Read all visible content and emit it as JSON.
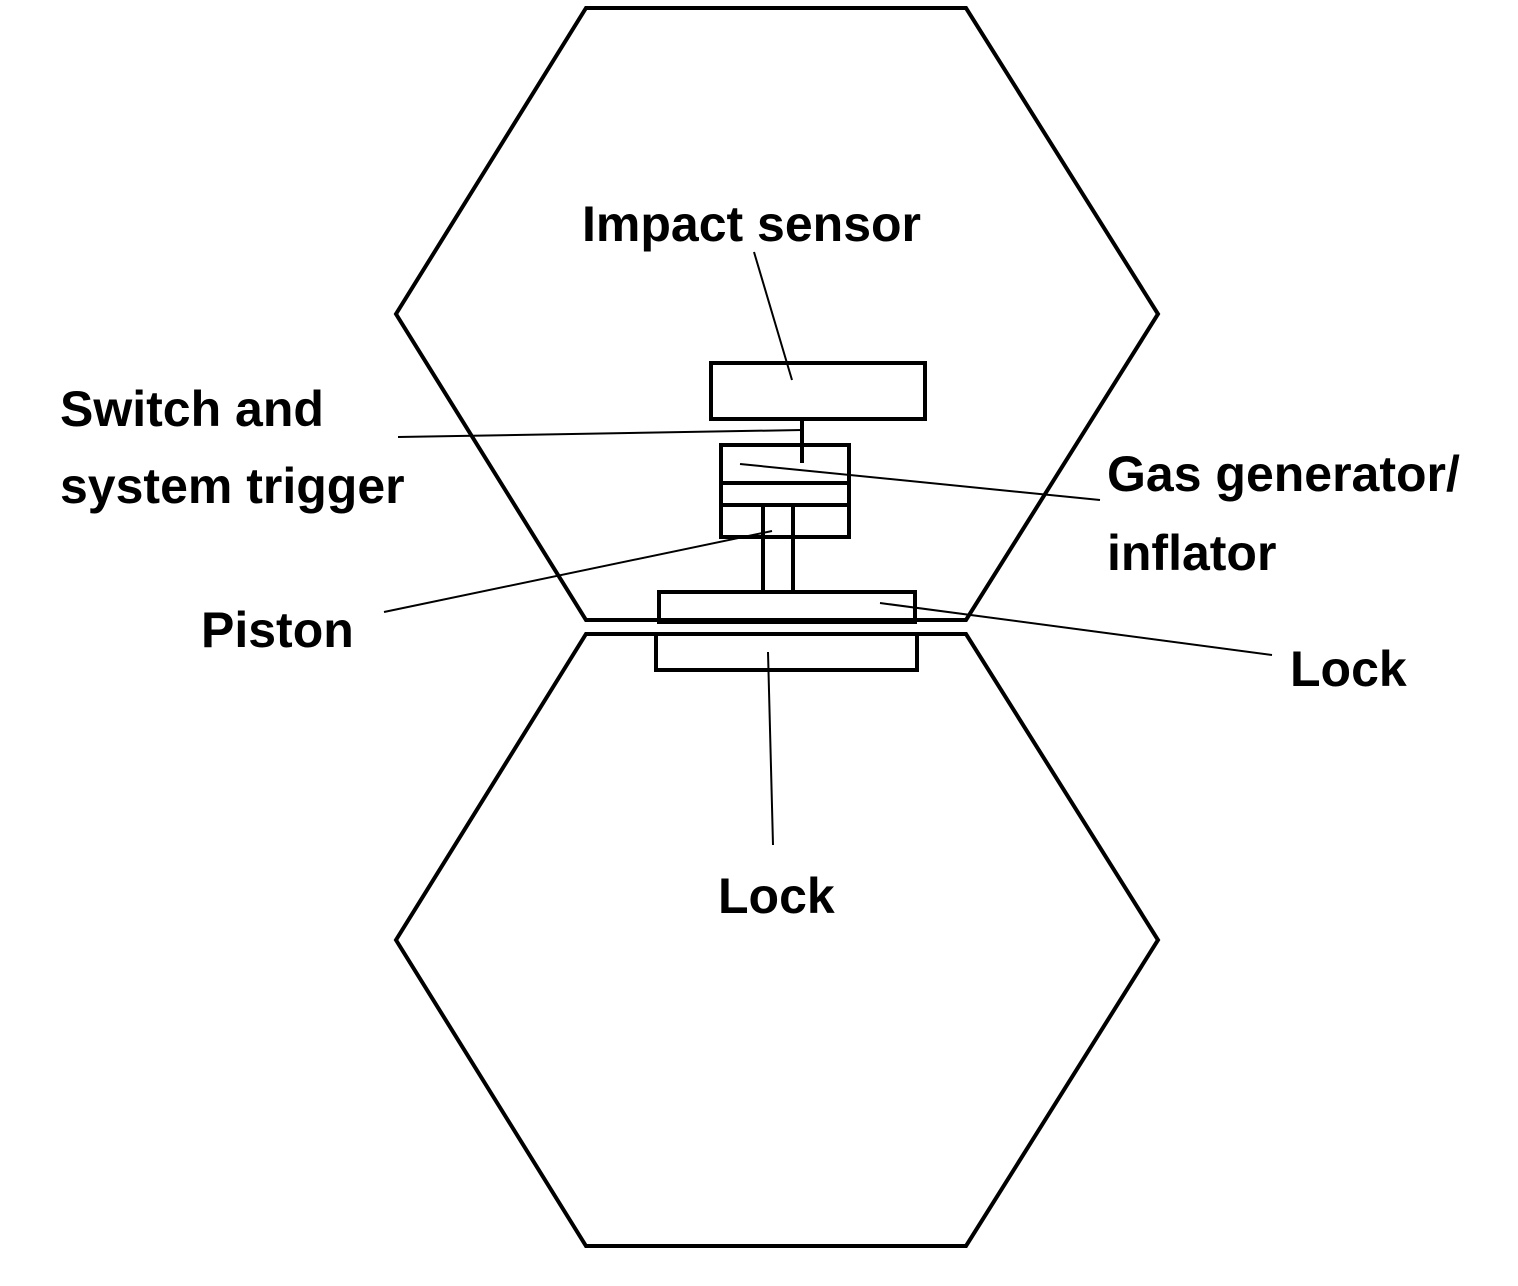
{
  "labels": {
    "impact_sensor": "Impact sensor",
    "switch_line1": "Switch and",
    "switch_line2": "system trigger",
    "gas_line1": "Gas generator/",
    "gas_line2": "inflator",
    "piston": "Piston",
    "lock_right": "Lock",
    "lock_bottom": "Lock"
  },
  "colors": {
    "stroke": "#000000",
    "background": "#ffffff"
  }
}
